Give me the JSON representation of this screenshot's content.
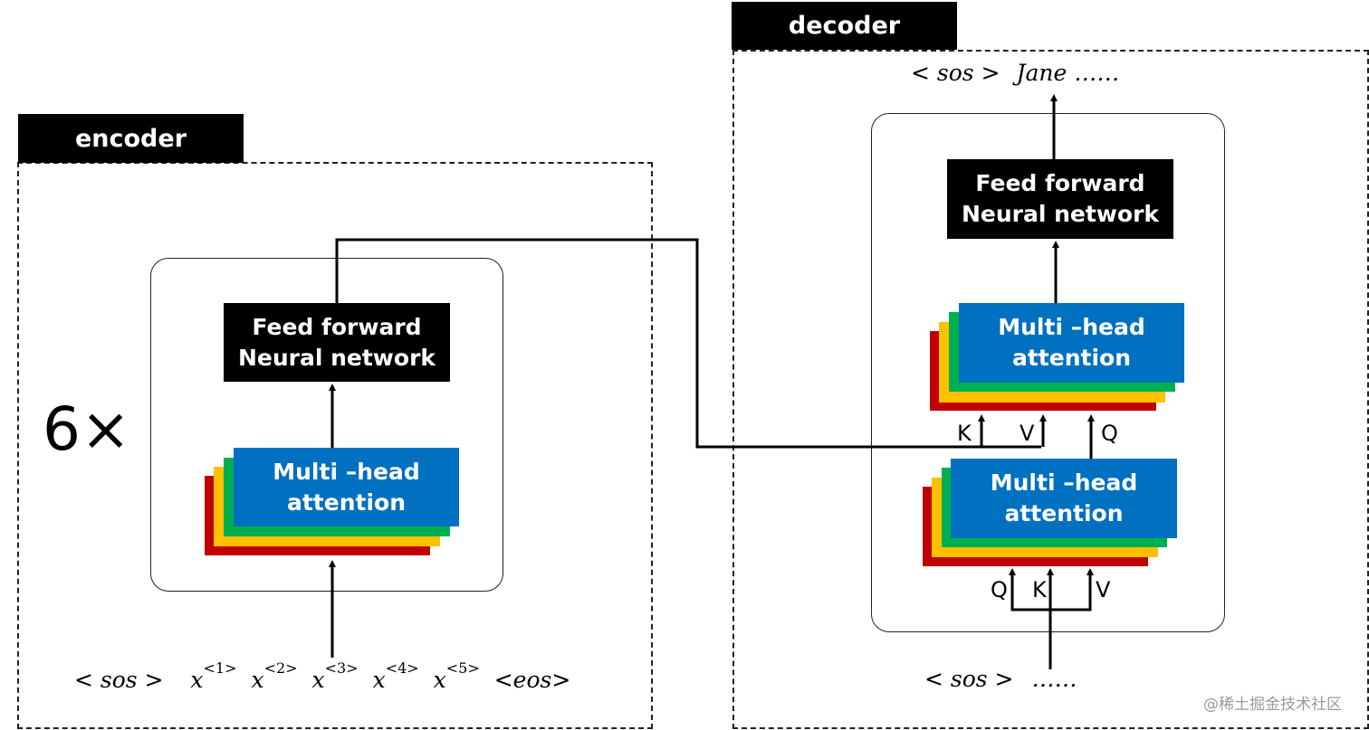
{
  "encoder": {
    "tag": "encoder",
    "repeat": "6×",
    "ffn": {
      "line1": "Feed forward",
      "line2": "Neural network"
    },
    "mha": {
      "line1": "Multi –head",
      "line2": "attention"
    },
    "input": {
      "sos": "< sos >",
      "x": "x",
      "tokens": [
        "<1>",
        "<2>",
        "<3>",
        "<4>",
        "<5>"
      ],
      "eos": "<eos>"
    }
  },
  "decoder": {
    "tag": "decoder",
    "ffn": {
      "line1": "Feed forward",
      "line2": "Neural network"
    },
    "mha_top": {
      "line1": "Multi –head",
      "line2": "attention"
    },
    "mha_bottom": {
      "line1": "Multi –head",
      "line2": "attention"
    },
    "top_ports": {
      "k": "K",
      "v": "V",
      "q": "Q"
    },
    "bottom_ports": {
      "q": "Q",
      "k": "K",
      "v": "V"
    },
    "input": {
      "sos": "< sos >",
      "dots": "……"
    },
    "output": {
      "sos": "< sos >",
      "word": "Jane",
      "dots": "……"
    }
  },
  "watermark": "@稀土掘金技术社区"
}
